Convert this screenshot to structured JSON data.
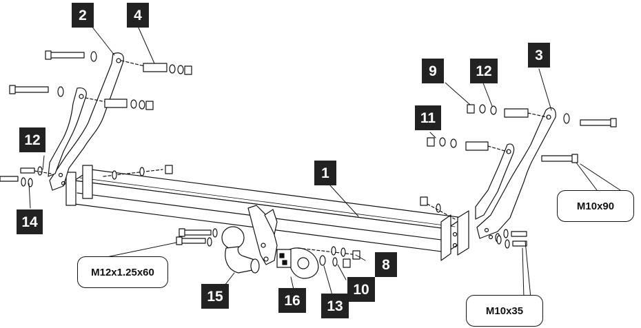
{
  "part_labels": {
    "p1": "1",
    "p2": "2",
    "p3": "3",
    "p4": "4",
    "p8": "8",
    "p9": "9",
    "p10": "10",
    "p11": "11",
    "p12_left": "12",
    "p12_right": "12",
    "p13": "13",
    "p14": "14",
    "p15": "15",
    "p16": "16"
  },
  "bolt_callouts": {
    "m10x90": "M10x90",
    "m12x125x60": "M12x1.25x60",
    "m10x35": "M10x35"
  },
  "colors": {
    "label_background": "#222222",
    "label_text": "#ffffff",
    "line_art": "#111111"
  }
}
